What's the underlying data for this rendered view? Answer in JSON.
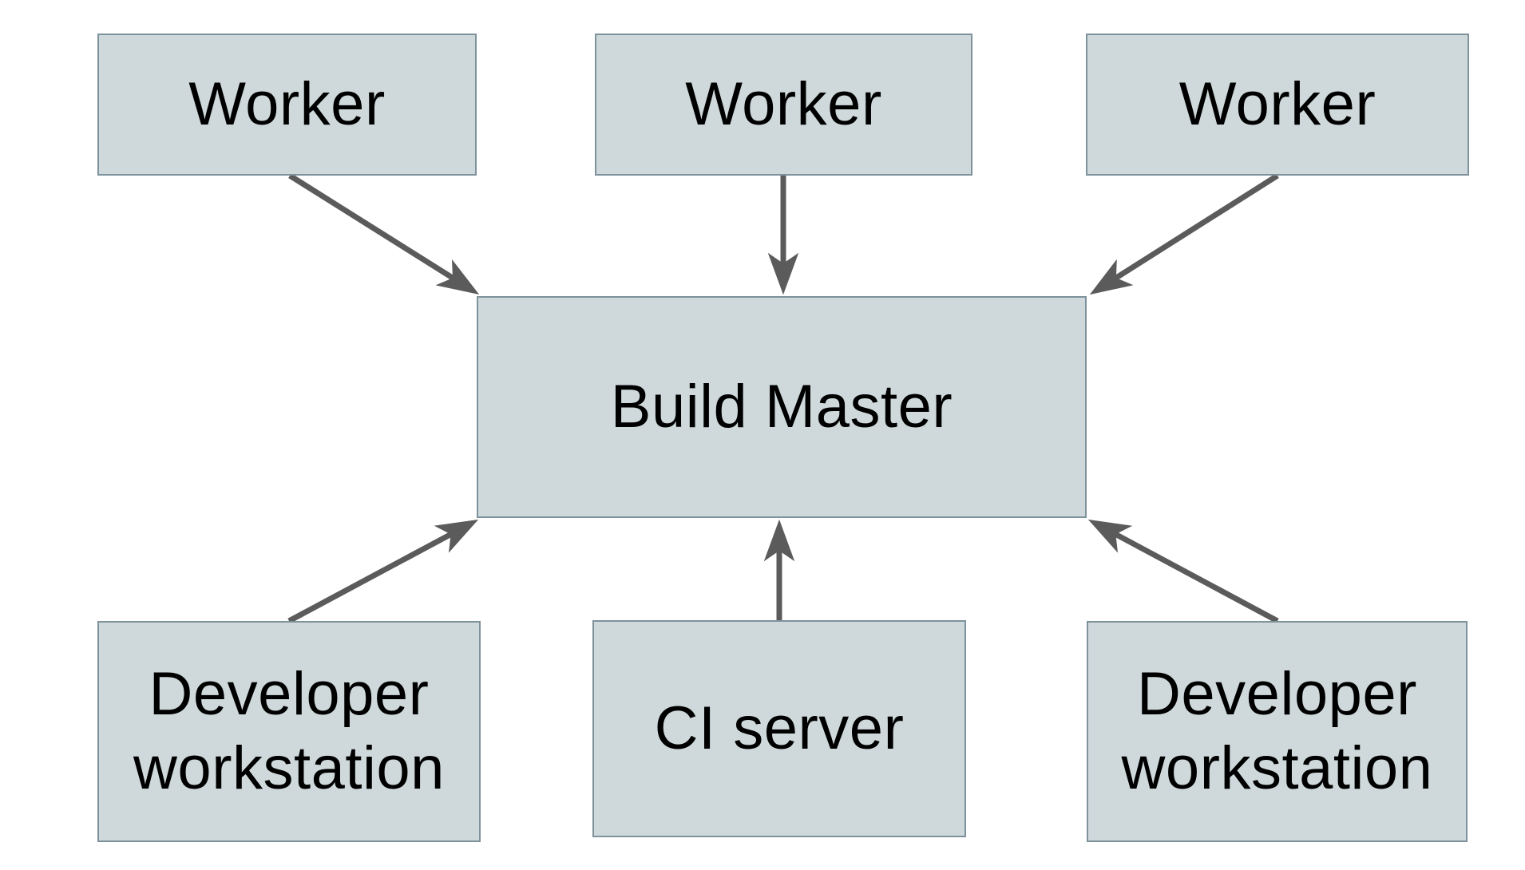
{
  "diagram": {
    "nodes": [
      {
        "id": "worker-1",
        "label": "Worker"
      },
      {
        "id": "worker-2",
        "label": "Worker"
      },
      {
        "id": "worker-3",
        "label": "Worker"
      },
      {
        "id": "build-master",
        "label": "Build Master"
      },
      {
        "id": "developer-workstation-1",
        "label": "Developer workstation"
      },
      {
        "id": "ci-server",
        "label": "CI server"
      },
      {
        "id": "developer-workstation-2",
        "label": "Developer workstation"
      }
    ],
    "edges": [
      {
        "from": "worker-1",
        "to": "build-master"
      },
      {
        "from": "worker-2",
        "to": "build-master"
      },
      {
        "from": "worker-3",
        "to": "build-master"
      },
      {
        "from": "developer-workstation-1",
        "to": "build-master"
      },
      {
        "from": "ci-server",
        "to": "build-master"
      },
      {
        "from": "developer-workstation-2",
        "to": "build-master"
      }
    ],
    "colors": {
      "background": "#ffffff",
      "node_fill": "#cfd9db",
      "node_border": "#7e929c",
      "arrow": "#5b5b5b",
      "text": "#000000"
    }
  }
}
